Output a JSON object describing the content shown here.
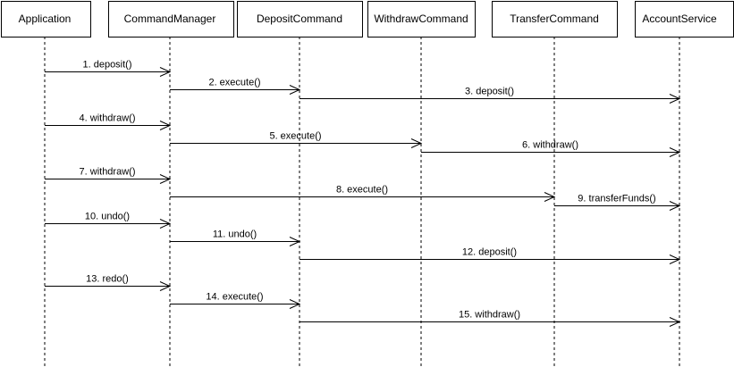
{
  "diagram": {
    "type": "sequence",
    "participants": [
      "Application",
      "CommandManager",
      "DepositCommand",
      "WithdrawCommand",
      "TransferCommand",
      "AccountService"
    ],
    "messages": [
      {
        "label": "1. deposit()",
        "from": "Application",
        "to": "CommandManager"
      },
      {
        "label": "2. execute()",
        "from": "CommandManager",
        "to": "DepositCommand"
      },
      {
        "label": "3. deposit()",
        "from": "DepositCommand",
        "to": "AccountService"
      },
      {
        "label": "4. withdraw()",
        "from": "Application",
        "to": "CommandManager"
      },
      {
        "label": "5. execute()",
        "from": "CommandManager",
        "to": "WithdrawCommand"
      },
      {
        "label": "6. withdraw()",
        "from": "WithdrawCommand",
        "to": "AccountService"
      },
      {
        "label": "7. withdraw()",
        "from": "Application",
        "to": "CommandManager"
      },
      {
        "label": "8. execute()",
        "from": "CommandManager",
        "to": "TransferCommand"
      },
      {
        "label": "9. transferFunds()",
        "from": "TransferCommand",
        "to": "AccountService"
      },
      {
        "label": "10. undo()",
        "from": "Application",
        "to": "CommandManager"
      },
      {
        "label": "11. undo()",
        "from": "CommandManager",
        "to": "DepositCommand"
      },
      {
        "label": "12. deposit()",
        "from": "DepositCommand",
        "to": "AccountService"
      },
      {
        "label": "13. redo()",
        "from": "Application",
        "to": "CommandManager"
      },
      {
        "label": "14. execute()",
        "from": "CommandManager",
        "to": "DepositCommand"
      },
      {
        "label": "15. withdraw()",
        "from": "DepositCommand",
        "to": "AccountService"
      }
    ]
  }
}
